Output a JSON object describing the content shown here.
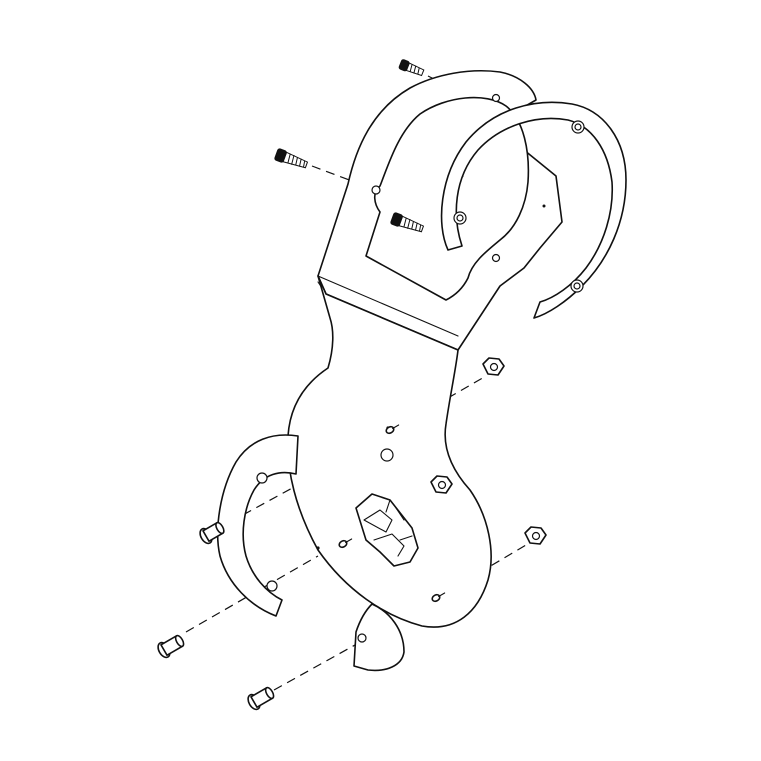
{
  "colors": {
    "line": "#111111",
    "background": "#ffffff"
  },
  "parts": [
    {
      "id": "upper-mounting-plate"
    },
    {
      "id": "upper-clamp-ring"
    },
    {
      "id": "main-bracket-plate"
    },
    {
      "id": "left-clamp-ring"
    },
    {
      "id": "bottom-tab-plate"
    },
    {
      "id": "wire-clip"
    }
  ],
  "fasteners": [
    {
      "type": "screw",
      "count": 3
    },
    {
      "type": "shoulder-bolt",
      "count": 3
    },
    {
      "type": "hex-nut",
      "count": 3
    },
    {
      "type": "small-screw",
      "count": 3
    }
  ]
}
